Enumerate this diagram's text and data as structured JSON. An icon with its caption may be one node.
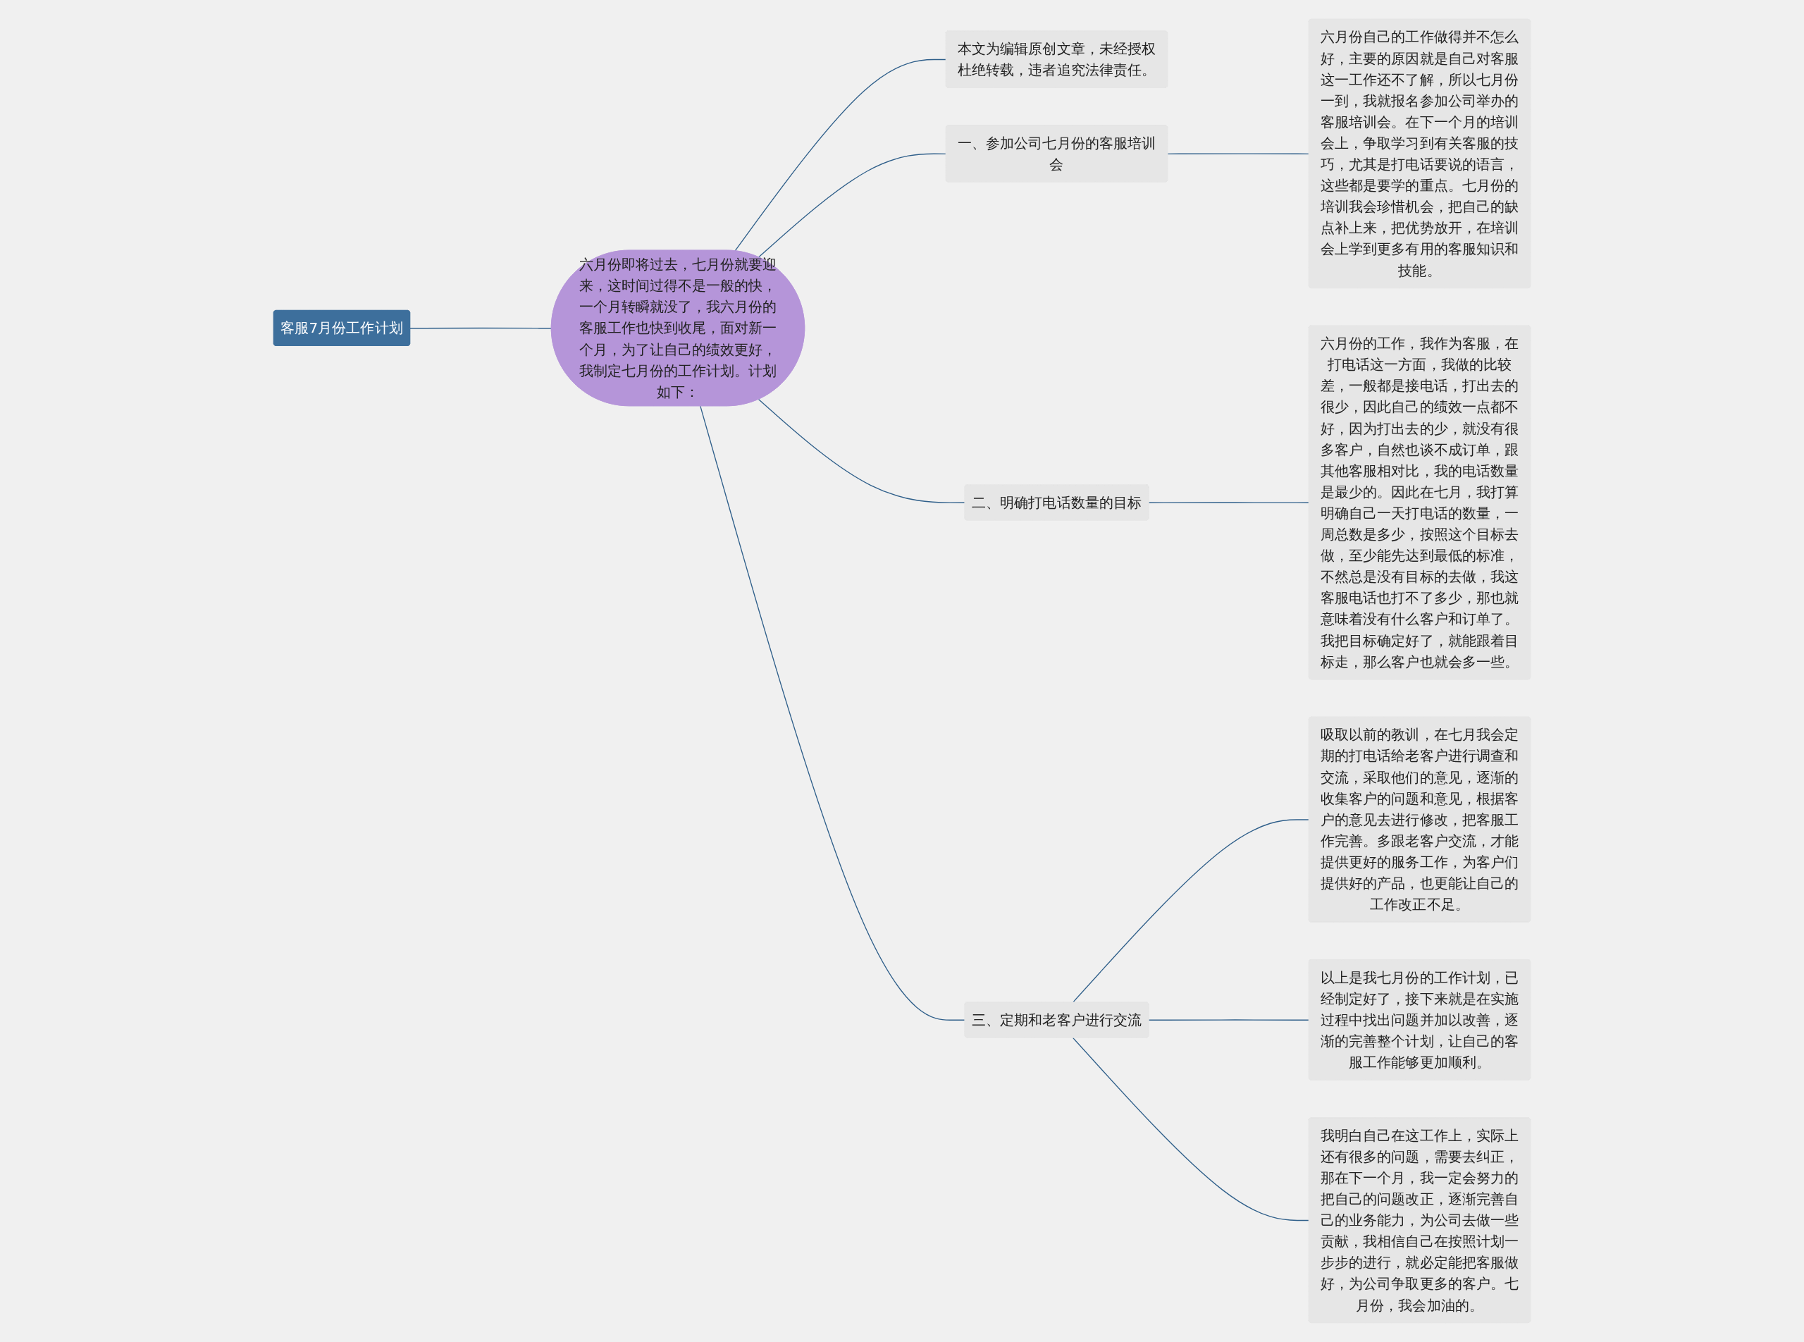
{
  "diagram": {
    "nodes": [
      {
        "text": [
          "客服7月份工作计划"
        ]
      },
      {
        "text": [
          "六月份即将过去，七月份就要迎来，这时间过得不是一般的快，一个月转瞬就没了，我六月份的客服工作也快到收尾，面对新一个月，为了让自己的绩效更好，我制定七月份的工作计划。计划如下："
        ]
      },
      {
        "text": [
          "一、参加公司七月份的客服培训会"
        ]
      },
      {
        "text": [
          "六月份自己的工作做得并不怎么好，主要的原因就是自己对客服这一工作还不了解，所以七月份一到，我就报名参加公司举办的客服培训会。在下一个月的培训会上，争取学习到有关客服的技巧，尤其是打电话要说的语言，这些都是要学的重点。七月份的培训我会珍惜机会，把自己的缺点补上来，把优势放开，在培训会上学到更多有用的客服知识和技能。"
        ]
      },
      {
        "text": [
          "二、明确打电话数量的目标"
        ]
      },
      {
        "text": [
          "六月份的工作，我作为客服，在打电话这一方面，我做的比较差，一般都是接电话，打出去的很少，因此自己的绩效一点都不好，因为打出去的少，就没有很多客户，自然也谈不成订单，跟其他客服相对比，我的电话数量是最少的。因此在七月，我打算明确自己一天打电话的数量，一周总数是多少，按照这个目标去做，至少能先达到最低的标准，不然总是没有目标的去做，我这客服电话也打不了多少，那也就意味着没有什么客户和订单了。我把目标确定好了，就能跟着目标走，那么客户也就会多一些。"
        ]
      },
      {
        "text": [
          "三、定期和老客户进行交流"
        ]
      },
      {
        "text": [
          "吸取以前的教训，在七月我会定期的打电话给老客户进行调查和交流，采取他们的意见，逐渐的收集客户的问题和意见，根据客户的意见去进行修改，把客服工作完善。多跟老客户交流，才能提供更好的服务工作，为客户们提供好的产品，也更能让自己的工作改正不足。"
        ]
      },
      {
        "text": [
          "以上是我七月份的工作计划，已经制定好了，接下来就是在实施过程中找出问题并加以改善，逐渐的完善整个计划，让自己的客服工作能够更加顺利。"
        ]
      },
      {
        "text": [
          "我明白自己在这工作上，实际上还有很多的问题，需要去纠正，那在下一个月，我一定会努力的把自己的问题改正，逐渐完善自己的业务能力，为公司去做一些贡献，我相信自己在按照计划一步步的进行，就必定能把客服做好，为公司争取更多的客户。七月份，我会加油的。"
        ]
      },
      {
        "text": [
          "本文为编辑原创文章，未经授权杜绝转载，违者追究法律责任。"
        ]
      }
    ],
    "edges": [
      {
        "from": 0,
        "to": 1,
        "arrow": "none"
      },
      {
        "from": 1,
        "to": 2,
        "arrow": "none"
      },
      {
        "from": 2,
        "to": 3,
        "arrow": "none"
      },
      {
        "from": 1,
        "to": 4,
        "arrow": "none"
      },
      {
        "from": 4,
        "to": 5,
        "arrow": "none"
      },
      {
        "from": 1,
        "to": 6,
        "arrow": "none"
      },
      {
        "from": 6,
        "to": 7,
        "arrow": "none"
      },
      {
        "from": 6,
        "to": 8,
        "arrow": "none"
      },
      {
        "from": 6,
        "to": 9,
        "arrow": "none"
      },
      {
        "from": 1,
        "to": 10,
        "arrow": "none"
      }
    ]
  }
}
